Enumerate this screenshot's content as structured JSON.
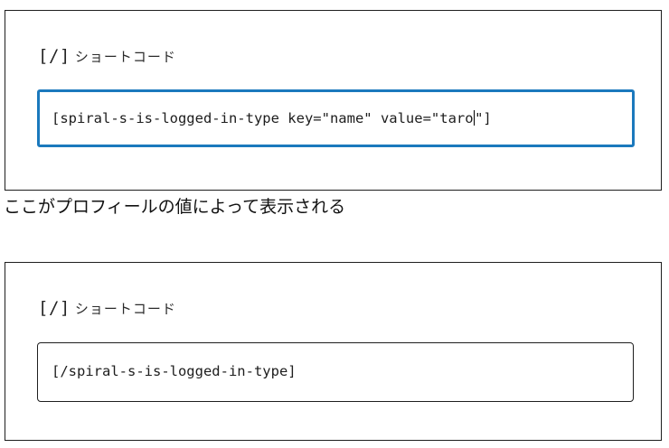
{
  "editor": {
    "blocks": [
      {
        "type": "shortcode-block",
        "label_bracket": "[/]",
        "label_text": "ショートコード",
        "input": {
          "value_before_caret": "[spiral-s-is-logged-in-type key=\"name\" value=\"taro",
          "value_after_caret": "\"]",
          "full_value": "[spiral-s-is-logged-in-type key=\"name\" value=\"taro\"]",
          "focused": true,
          "caret_visible": true,
          "focus_color": "#1b79bd"
        }
      },
      {
        "type": "paragraph",
        "text": "ここがプロフィールの値によって表示される"
      },
      {
        "type": "shortcode-block",
        "label_bracket": "[/]",
        "label_text": "ショートコード",
        "input": {
          "full_value": "[/spiral-s-is-logged-in-type]",
          "focused": false,
          "caret_visible": false,
          "border_color": "#1e1e1e"
        }
      }
    ]
  },
  "colors": {
    "accent": "#1b79bd",
    "border": "#1e1e1e",
    "text": "#111111",
    "background": "#ffffff"
  }
}
